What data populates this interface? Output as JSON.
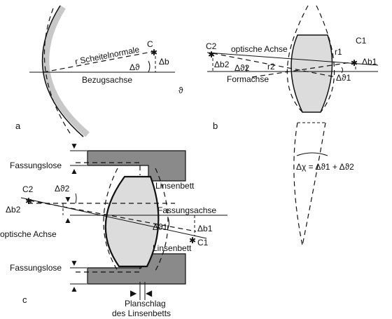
{
  "panels": {
    "a": "a",
    "b": "b",
    "c": "c"
  },
  "a": {
    "vertex_normal": "r  Scheitelnormale",
    "point": "C",
    "delta_theta": "Δϑ",
    "delta_b": "Δb",
    "reference_axis": "Bezugsachse",
    "theta": "ϑ"
  },
  "b": {
    "c2": "C2",
    "optical_axis": "optische Achse",
    "c1": "C1",
    "delta_b2": "Δb2",
    "delta_theta2": "Δϑ2",
    "r2": "r2",
    "r1": "r1",
    "delta_b1": "Δb1",
    "form_axis": "Formachse",
    "delta_theta1": "Δϑ1",
    "formula": "Δχ = Δϑ1 + Δϑ2"
  },
  "c": {
    "mount_clearance_top": "Fassungslose",
    "lens_seat_top": "Linsenbett",
    "c2": "C2",
    "delta_theta2": "Δϑ2",
    "delta_b2": "Δb2",
    "mount_axis": "Fassungsachse",
    "optical_axis": "optische Achse",
    "delta_theta1": "Δϑ1",
    "delta_b1": "Δb1",
    "c1": "C1",
    "lens_seat_bottom": "Linsenbett",
    "mount_clearance_bottom": "Fassungslose",
    "face_runout_line1": "Planschlag",
    "face_runout_line2": "des Linsenbetts"
  }
}
